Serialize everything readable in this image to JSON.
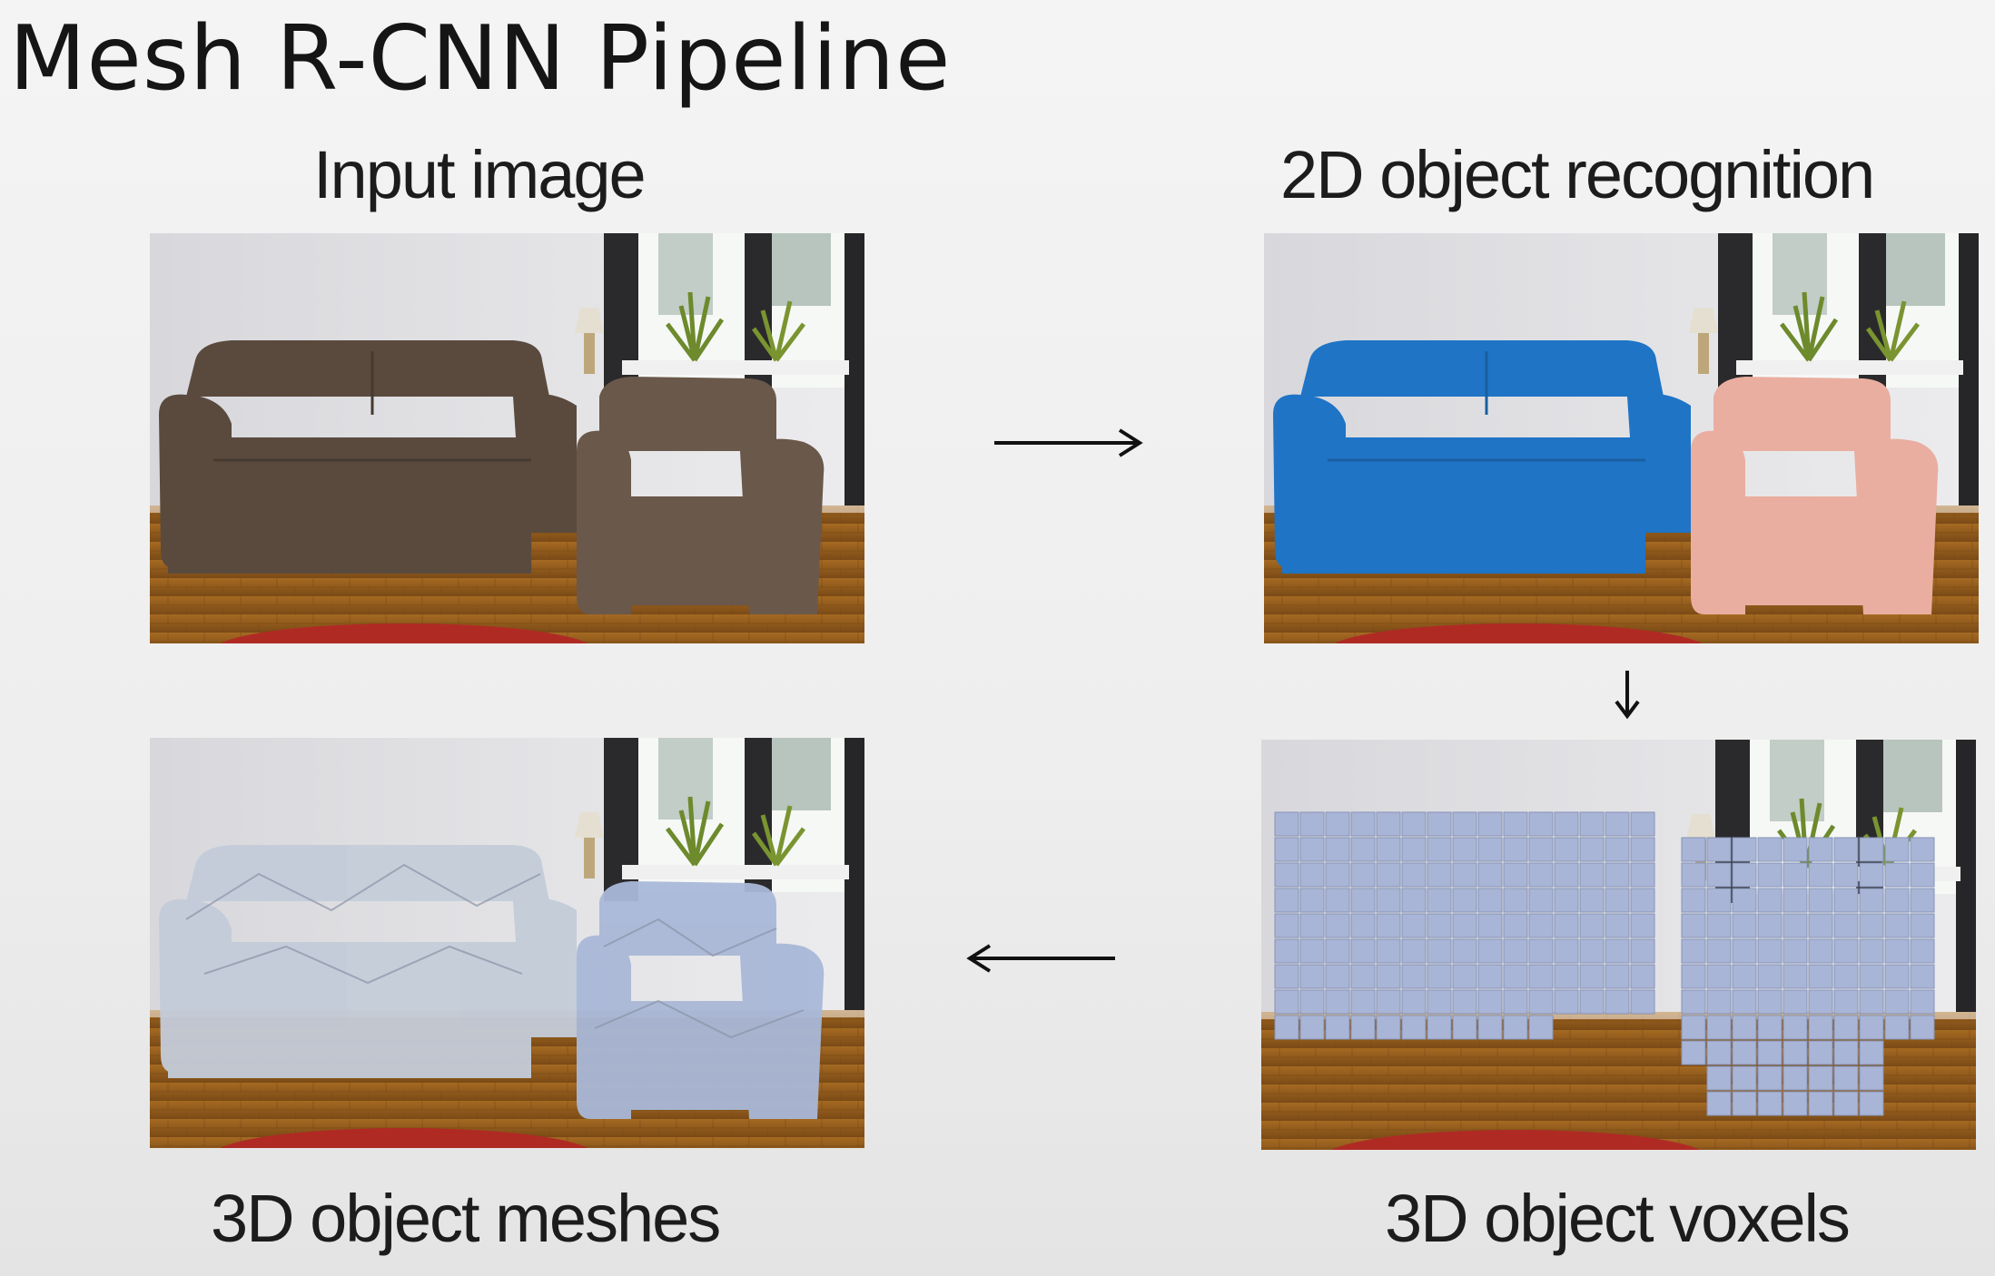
{
  "title": "Mesh R-CNN Pipeline",
  "steps": {
    "input": {
      "label": "Input image"
    },
    "recognition": {
      "label": "2D object recognition",
      "sofa_mask_color": "#1f74c6",
      "chair_mask_color": "#e9aea0"
    },
    "voxels": {
      "label": "3D object voxels",
      "voxel_color": "#a9b5d6"
    },
    "meshes": {
      "label": "3D object meshes",
      "mesh_color": "#c4ccd9"
    }
  },
  "flow": [
    "input",
    "recognition",
    "voxels",
    "meshes"
  ]
}
